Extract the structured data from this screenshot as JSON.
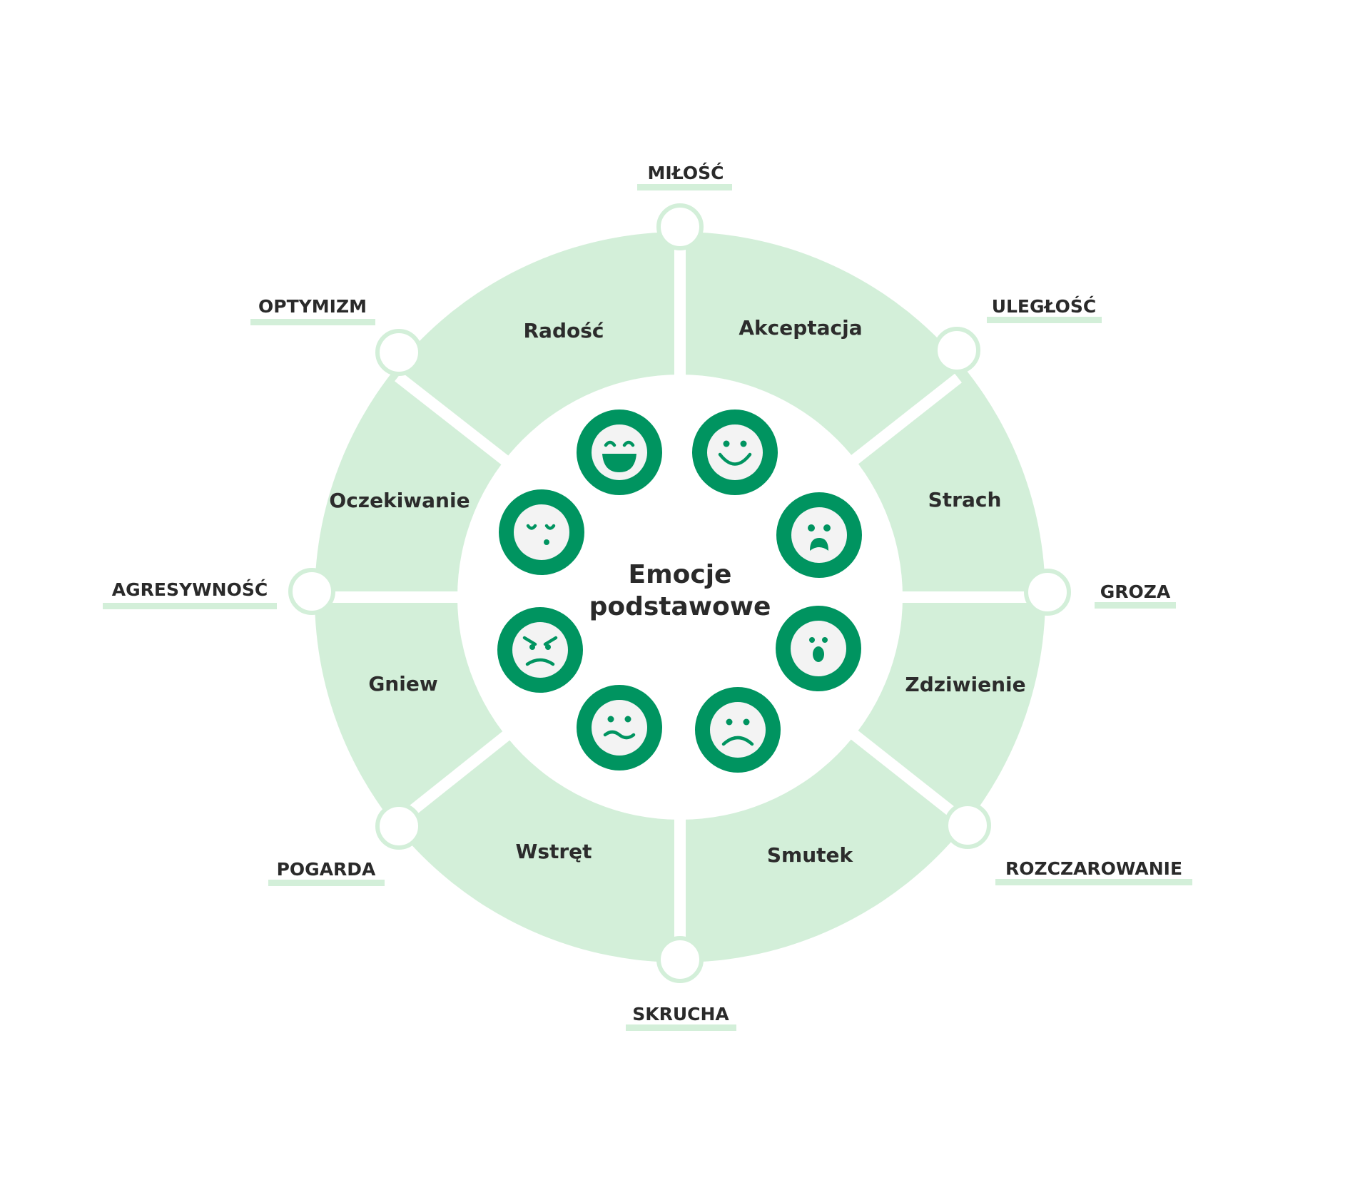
{
  "diagram": {
    "center_title_line1": "Emocje",
    "center_title_line2": "podstawowe",
    "colors": {
      "wheel_fill": "#d3efd9",
      "dark_green": "#009460",
      "face_fill": "#f3f3f3",
      "text": "#2a2a2a",
      "underline": "#d3efd9",
      "node_stroke": "#d3efd9"
    },
    "sectors": [
      {
        "label": "Radość",
        "face": "laughing-face-icon"
      },
      {
        "label": "Akceptacja",
        "face": "smiling-face-icon"
      },
      {
        "label": "Strach",
        "face": "fearful-face-icon"
      },
      {
        "label": "Zdziwienie",
        "face": "surprised-face-icon"
      },
      {
        "label": "Smutek",
        "face": "sad-face-icon"
      },
      {
        "label": "Wstręt",
        "face": "disgusted-face-icon"
      },
      {
        "label": "Gniew",
        "face": "angry-face-icon"
      },
      {
        "label": "Oczekiwanie",
        "face": "anticipating-face-icon"
      }
    ],
    "outer_labels": [
      "MIŁOŚĆ",
      "ULEGŁOŚĆ",
      "GROZA",
      "ROZCZAROWANIE",
      "SKRUCHA",
      "POGARDA",
      "AGRESYWNOŚĆ",
      "OPTYMIZM"
    ]
  }
}
